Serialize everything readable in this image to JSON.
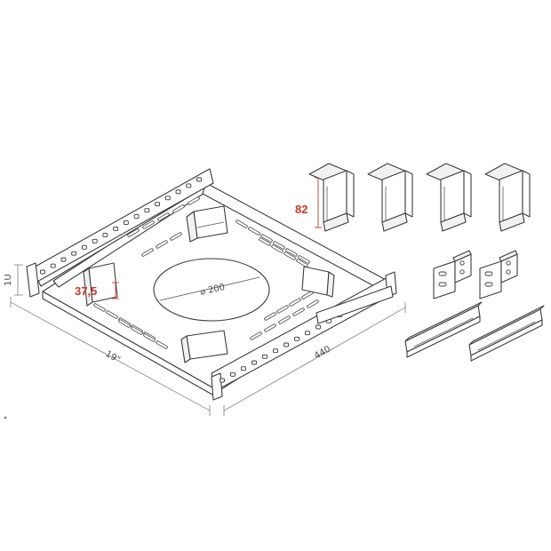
{
  "labels": {
    "diameter": "⌀ 200",
    "width_19": "19\"",
    "depth_440": "440",
    "height_1u": "1U",
    "bracket_height": "82",
    "offset_height": "37,5"
  },
  "colors": {
    "line": "#3c3c3c",
    "dimension_red": "#c0392b",
    "dimension_gray": "#6a6a6a",
    "background": "#ffffff"
  }
}
